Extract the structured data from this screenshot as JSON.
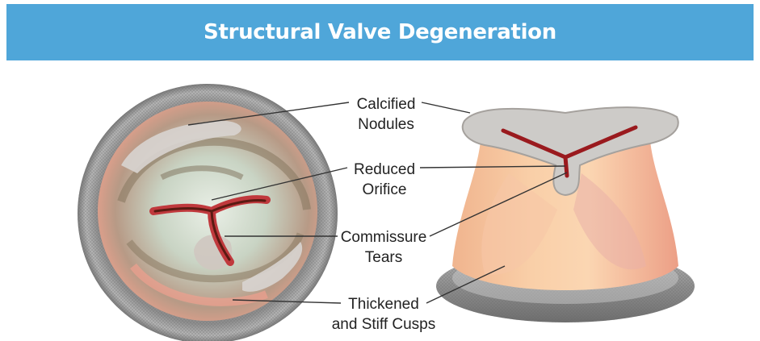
{
  "header": {
    "title": "Structural Valve Degeneration"
  },
  "labels": {
    "calcified_line1": "Calcified",
    "calcified_line2": "Nodules",
    "reduced_line1": "Reduced",
    "reduced_line2": "Orifice",
    "commissure_line1": "Commissure",
    "commissure_line2": "Tears",
    "thickened_line1": "Thickened",
    "thickened_line2": "and Stiff Cusps"
  },
  "colors": {
    "header_bg": "#4fa6d9",
    "header_text": "#ffffff",
    "ring_gray": "#9a9a9a",
    "tissue_pink": "#f4b39a",
    "calcification": "#cfcfcf",
    "tear_red": "#a01820"
  }
}
